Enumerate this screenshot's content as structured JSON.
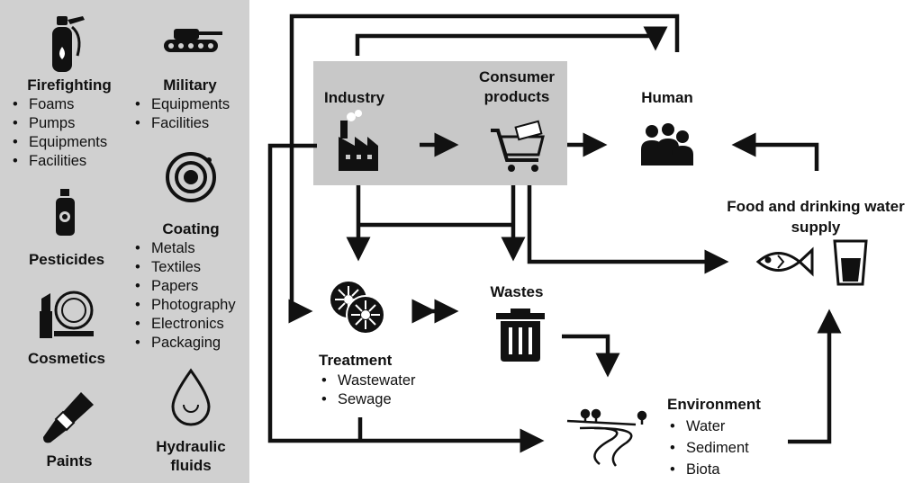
{
  "uses": {
    "firefighting": {
      "title": "Firefighting",
      "items": [
        "Foams",
        "Pumps",
        "Equipments",
        "Facilities"
      ]
    },
    "military": {
      "title": "Military",
      "items": [
        "Equipments",
        "Facilities"
      ]
    },
    "pesticides": {
      "title": "Pesticides"
    },
    "coating": {
      "title": "Coating",
      "items": [
        "Metals",
        "Textiles",
        "Papers",
        "Photography",
        "Electronics",
        "Packaging"
      ]
    },
    "cosmetics": {
      "title": "Cosmetics"
    },
    "paints": {
      "title": "Paints"
    },
    "hydraulic": {
      "title_line1": "Hydraulic",
      "title_line2": "fluids"
    }
  },
  "flow": {
    "industry": {
      "label": "Industry"
    },
    "consumer": {
      "label_line1": "Consumer",
      "label_line2": "products"
    },
    "human": {
      "label": "Human"
    },
    "food": {
      "label_line1": "Food and drinking water",
      "label_line2": "supply"
    },
    "treatment": {
      "label": "Treatment",
      "items": [
        "Wastewater",
        "Sewage"
      ]
    },
    "wastes": {
      "label": "Wastes"
    },
    "environment": {
      "label": "Environment",
      "items": [
        "Water",
        "Sediment",
        "Biota"
      ]
    }
  },
  "colors": {
    "panel": "#d0d0d0",
    "box": "#c8c8c8",
    "ink": "#111111"
  },
  "icons": [
    "fire-extinguisher-icon",
    "tank-icon",
    "spray-can-icon",
    "target-icon",
    "lipstick-icon",
    "paintbrush-icon",
    "drop-icon",
    "factory-icon",
    "shopping-cart-icon",
    "people-icon",
    "fish-icon",
    "glass-icon",
    "treatment-icon",
    "trash-can-icon",
    "river-icon"
  ]
}
